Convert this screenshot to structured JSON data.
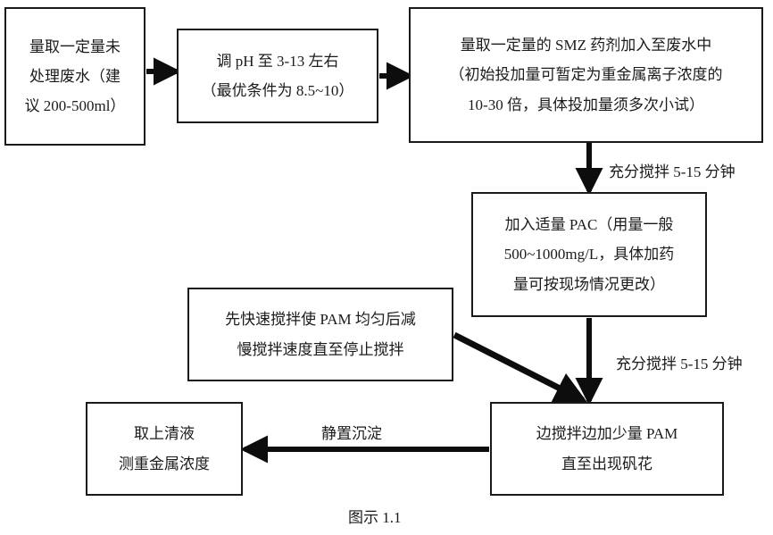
{
  "figure": {
    "caption": "图示 1.1",
    "accent_color": "#1a1a1a",
    "background_color": "#ffffff"
  },
  "nodes": {
    "n1": {
      "name": "measure-untreated-wastewater",
      "lines": [
        "量取一定量未",
        "处理废水（建",
        "议 200-500ml）"
      ]
    },
    "n2": {
      "name": "adjust-ph",
      "lines": [
        "调 pH 至 3-13 左右",
        "（最优条件为 8.5~10）"
      ]
    },
    "n3": {
      "name": "add-smz-agent",
      "lines": [
        "量取一定量的 SMZ 药剂加入至废水中",
        "（初始投加量可暂定为重金属离子浓度的",
        "10-30 倍，具体投加量须多次小试）"
      ]
    },
    "n4": {
      "name": "add-pac",
      "lines": [
        "加入适量 PAC（用量一般",
        "500~1000mg/L，具体加药",
        "量可按现场情况更改）"
      ]
    },
    "n5": {
      "name": "stir-pam-speed-note",
      "lines": [
        "先快速搅拌使 PAM 均匀后减",
        "慢搅拌速度直至停止搅拌"
      ]
    },
    "n6": {
      "name": "add-pam-while-stirring",
      "lines": [
        "边搅拌边加少量 PAM",
        "直至出现矾花"
      ]
    },
    "n7": {
      "name": "take-supernatant-measure",
      "lines": [
        "取上清液",
        "测重金属浓度"
      ]
    }
  },
  "edge_labels": {
    "stir_1": "充分搅拌 5-15 分钟",
    "stir_2": "充分搅拌 5-15 分钟",
    "settle": "静置沉淀"
  }
}
